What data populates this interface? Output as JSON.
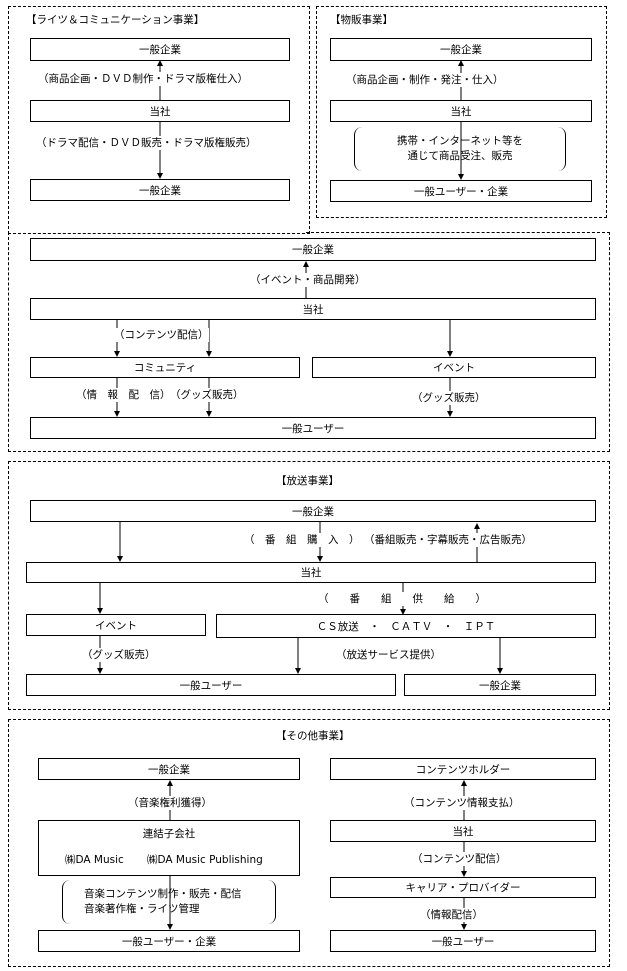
{
  "rights": {
    "title": "【ライツ＆コミュニケーション事業】",
    "top_company": "一般企業",
    "label_up": "（商品企画・ＤＶＤ制作・ドラマ版権仕入）",
    "our_company": "当社",
    "label_down": "（ドラマ配信・ＤＶＤ販売・ドラマ版権販売）",
    "bottom_company": "一般企業",
    "lower": {
      "top_company": "一般企業",
      "label_up": "（イベント・商品開発）",
      "our_company": "当社",
      "label_content": "（コンテンツ配信）",
      "community": "コミュニティ",
      "event": "イベント",
      "label_info": "（情　報　配　信）",
      "label_goods_left": "（グッズ販売）",
      "label_goods_right": "（グッズ販売）",
      "users": "一般ユーザー"
    }
  },
  "merch": {
    "title": "【物販事業】",
    "top_company": "一般企業",
    "label_up": "（商品企画・制作・発注・仕入）",
    "our_company": "当社",
    "note_lines": [
      "携帯・インターネット等を",
      "通じて商品受注、販売"
    ],
    "bottom": "一般ユーザー・企業"
  },
  "broadcast": {
    "title": "【放送事業】",
    "top_company": "一般企業",
    "label_buy": "（　番　組　購　入　）",
    "label_sell": "（番組販売・字幕販売・広告販売）",
    "our_company": "当社",
    "label_supply": "（　　番　　組　　供　　給　　）",
    "event": "イベント",
    "cs": "ＣＳ放送　・　ＣＡＴＶ　・　ＩＰＴ",
    "label_goods": "（グッズ販売）",
    "label_service": "（放送サービス提供）",
    "users": "一般ユーザー",
    "company": "一般企業"
  },
  "other": {
    "title": "【その他事業】",
    "left": {
      "top_company": "一般企業",
      "label_rights": "（音楽権利獲得）",
      "subsidiary_title": "連結子会社",
      "subsidiary_a": "㈱DA Music",
      "subsidiary_b": "㈱DA Music Publishing",
      "note_lines": [
        "音楽コンテンツ制作・販売・配信",
        "音楽著作権・ライツ管理"
      ],
      "bottom": "一般ユーザー・企業"
    },
    "right": {
      "holder": "コンテンツホルダー",
      "label_pay": "（コンテンツ情報支払）",
      "our_company": "当社",
      "label_content": "（コンテンツ配信）",
      "carrier": "キャリア・プロバイダー",
      "label_info": "（情報配信）",
      "users": "一般ユーザー"
    }
  }
}
